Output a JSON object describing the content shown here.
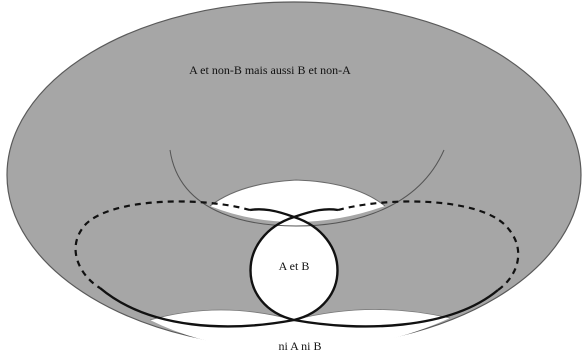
{
  "diagram": {
    "labels": {
      "top": "A et non-B mais aussi B et non-A",
      "center": "A et B",
      "bottom": "ni A ni B"
    },
    "colors": {
      "torus_fill": "#a6a6a6",
      "outline": "#5a5a5a",
      "curve": "#111111",
      "background": "#ffffff"
    }
  }
}
